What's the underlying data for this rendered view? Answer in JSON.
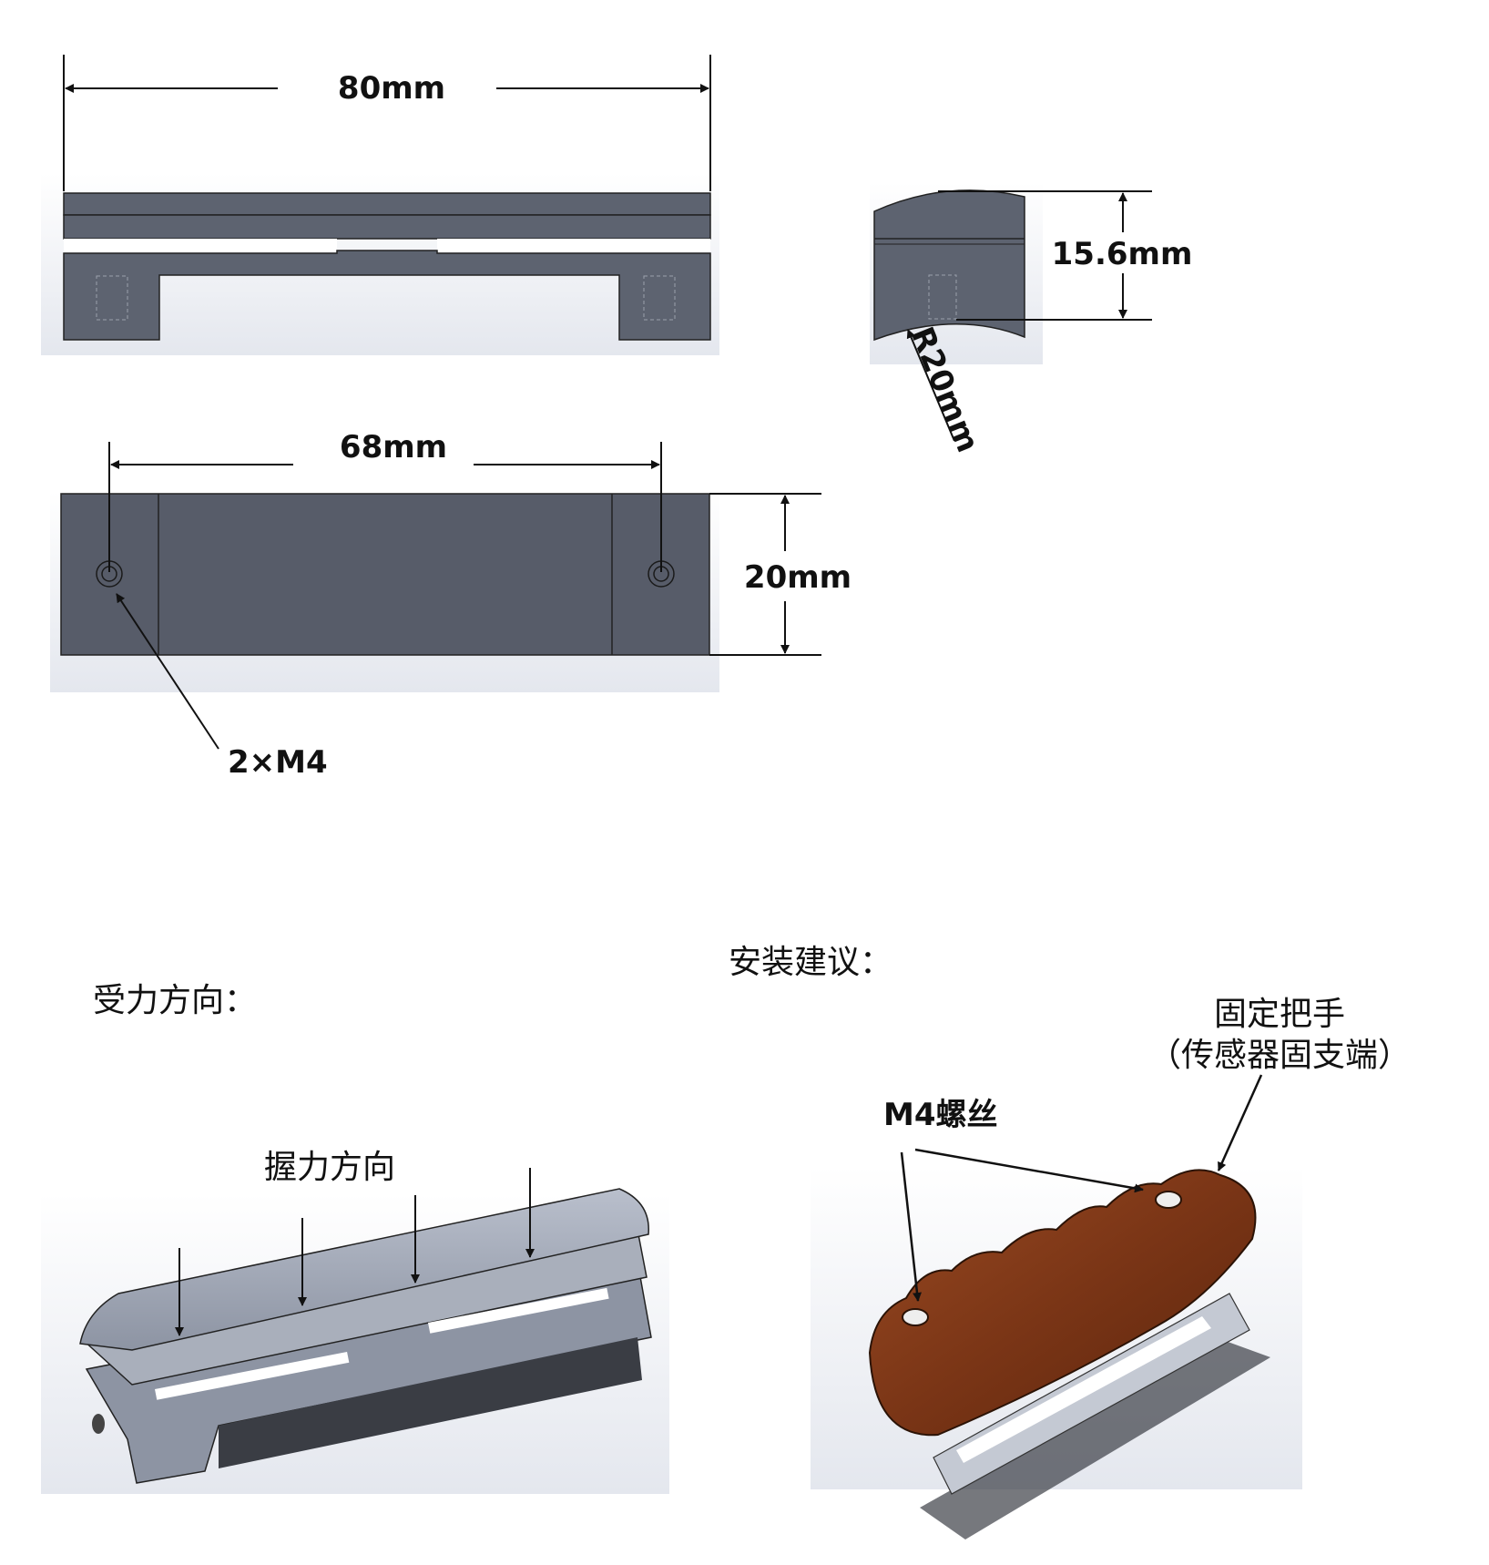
{
  "dimensions": {
    "length": "80mm",
    "height": "15.6mm",
    "radius": "R20mm",
    "hole_spacing": "68mm",
    "width": "20mm",
    "holes": "2×M4"
  },
  "sections": {
    "force_direction": "受力方向：",
    "grip_force": "握力方向",
    "install_advice": "安装建议：",
    "m4_screw": "M4螺丝",
    "fixed_handle": "固定把手",
    "sensor_end": "（传感器固支端）"
  }
}
